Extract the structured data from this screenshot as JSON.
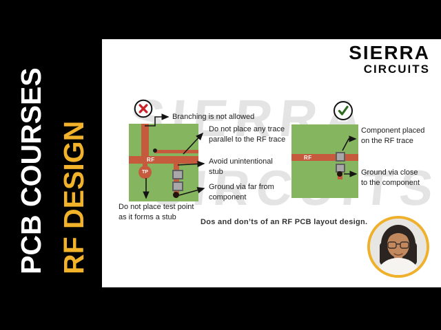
{
  "sidebar": {
    "course_label": "PCB COURSES",
    "topic_label": "RF DESIGN"
  },
  "brand": {
    "name_top": "SIERRA",
    "name_bottom": "CIRCUITS"
  },
  "watermark": {
    "line1": "SIERRA",
    "line2": "CIRCUITS"
  },
  "icons": {
    "wrong": "x-circle-icon",
    "right": "check-circle-icon",
    "avatar": "presenter-photo"
  },
  "board_wrong": {
    "rf_label": "RF",
    "test_point_label": "TP",
    "callouts": {
      "branching": [
        "Branching is not allowed"
      ],
      "parallel_trace": [
        "Do not place any trace",
        "parallel to the RF trace"
      ],
      "stub": [
        "Avoid unintentional",
        "stub"
      ],
      "ground_via": [
        "Ground via far from",
        "component"
      ],
      "test_point": [
        "Do not place test point",
        "as it forms a stub"
      ]
    }
  },
  "board_right": {
    "rf_label": "RF",
    "callouts": {
      "component": [
        "Component placed",
        "on the RF trace"
      ],
      "ground_via": [
        "Ground via close",
        "to the component"
      ]
    }
  },
  "caption": "Dos and don’ts of an RF PCB layout design.",
  "colors": {
    "accent_yellow": "#f2b32a",
    "board_green": "#85b55e",
    "trace_red": "#c65a3d",
    "error_red": "#c8232b",
    "success_green": "#2e6b1f",
    "background": "#000000"
  }
}
